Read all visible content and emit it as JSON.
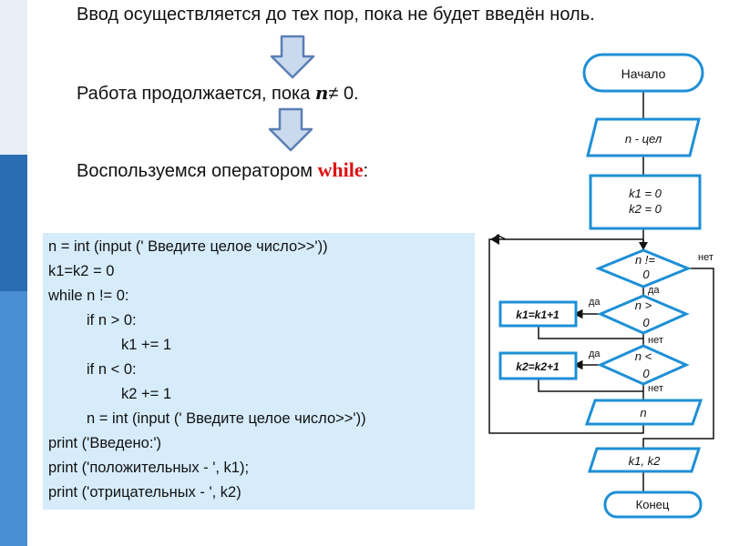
{
  "intro": {
    "line1": "Ввод осуществляется до тех пор, пока не будет введён ноль.",
    "line2_prefix": "Работа продолжается, пока",
    "line2_var": "n",
    "line2_cond": "≠ 0.",
    "line3_prefix": "Воспользуемся оператором",
    "line3_keyword": "while",
    "line3_suffix": ":"
  },
  "code": {
    "lines": [
      "n = int (input (' Введите целое число>>'))",
      "k1=k2 = 0",
      "while n != 0:",
      "if n > 0:",
      "k1 += 1",
      "if n < 0:",
      "k2 += 1",
      "n = int (input (' Введите целое число>>'))",
      "print ('Введено:')",
      "print ('положительных - ', k1);",
      "print ('отрицательных - ', k2)"
    ]
  },
  "flowchart": {
    "start": "Начало",
    "declare": "n - цел",
    "init_1": "k1 = 0",
    "init_2": "k2 = 0",
    "cond1_a": "n !=",
    "cond1_b": "0",
    "cond2_a": "n >",
    "cond2_b": "0",
    "cond3_a": "n <",
    "cond3_b": "0",
    "inc1": "k1=k1+1",
    "inc2": "k2=k2+1",
    "input_n": "n",
    "output": "k1, k2",
    "end": "Конец",
    "yes": "да",
    "no": "нет"
  },
  "colors": {
    "flow_stroke": "#1e8fd6",
    "code_bg": "#d6ecfb",
    "keyword": "#dd1111",
    "arrow_fill": "#c9d9ee",
    "arrow_stroke": "#5a7fb5"
  }
}
